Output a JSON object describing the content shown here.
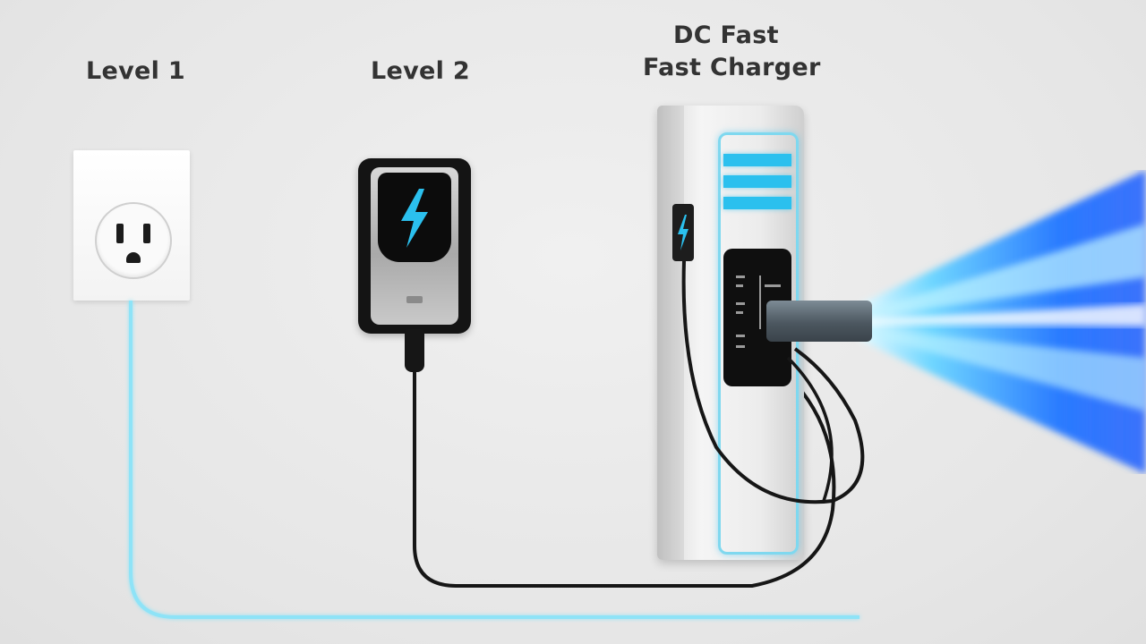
{
  "labels": {
    "level1": "Level 1",
    "level2": "Level 2",
    "dc_line1": "DC Fast",
    "dc_line2": "Fast Charger"
  },
  "colors": {
    "background": "#e9e9e9",
    "accent_cyan": "#2bc0ee",
    "beam_blue": "#1e6fff",
    "cable_black": "#161616"
  },
  "icons": {
    "outlet": "wall-outlet-icon",
    "bolt": "lightning-bolt-icon"
  }
}
